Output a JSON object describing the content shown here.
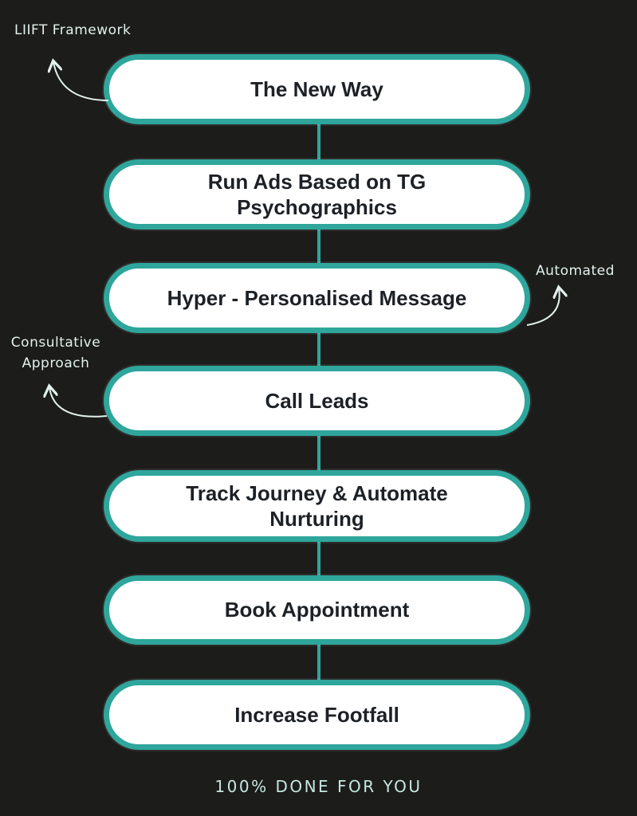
{
  "colors": {
    "background": "#1c1c1a",
    "box_border": "#2ea69c",
    "box_fill": "#ffffff",
    "box_text": "#1d2126",
    "connector": "#2ea69c",
    "annotation_text": "#e2f1ee",
    "footer_text": "#c6e7e1"
  },
  "flowchart": {
    "steps": [
      {
        "label": "The New Way"
      },
      {
        "label": "Run Ads Based on TG Psychographics"
      },
      {
        "label": "Hyper - Personalised Message"
      },
      {
        "label": "Call Leads"
      },
      {
        "label": "Track Journey & Automate Nurturing"
      },
      {
        "label": "Book Appointment"
      },
      {
        "label": "Increase Footfall"
      }
    ]
  },
  "annotations": {
    "liift": "LIIFT Framework",
    "automated": "Automated",
    "consultative": "Consultative Approach"
  },
  "icons": {
    "arrow_liift": "curved-arrow-icon",
    "arrow_automated": "curved-arrow-icon",
    "arrow_consultative": "curved-arrow-icon"
  },
  "footer": {
    "text": "100% DONE FOR YOU"
  }
}
